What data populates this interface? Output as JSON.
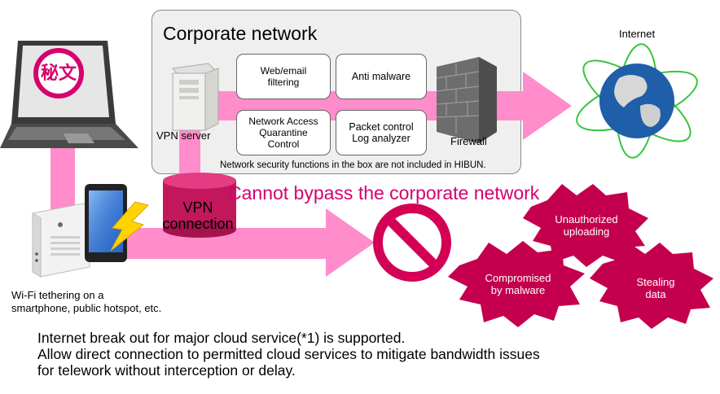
{
  "corporate": {
    "title": "Corporate network",
    "functions": {
      "filtering": "Web/email\nfiltering",
      "anti_malware": "Anti malware",
      "naq": "Network Access\nQuarantine\nControl",
      "packet": "Packet control\nLog analyzer"
    },
    "vpn_server": "VPN server",
    "firewall": "Firewall",
    "note": "Network security functions in the box are not included in HIBUN."
  },
  "internet": "Internet",
  "logo_text": "秘文",
  "bypass_text": "Cannot bypass the corporate network",
  "vpn_connection": "VPN\nconnection",
  "wifi_label": "Wi-Fi tethering on a\nsmartphone, public hotspot, etc.",
  "threats": {
    "unauthorized": "Unauthorized\nuploading",
    "compromised": "Compromised\nby malware",
    "stealing": "Stealing\ndata"
  },
  "bottom": {
    "line1": "Internet break out for major cloud service(*1) is supported.",
    "line2": "Allow direct connection to permitted cloud services to mitigate bandwidth issues",
    "line3": "for telework without interception or delay."
  },
  "colors": {
    "arrow_pink": "#ff8ccb",
    "accent_magenta": "#d6006e",
    "burst": "#c4004e",
    "prohibition": "#d40055"
  },
  "icons": [
    "laptop-icon",
    "vpn-server-icon",
    "firewall-icon",
    "globe-icon",
    "router-icon",
    "smartphone-icon",
    "lightning-icon",
    "prohibition-icon",
    "vpn-cylinder-icon"
  ]
}
